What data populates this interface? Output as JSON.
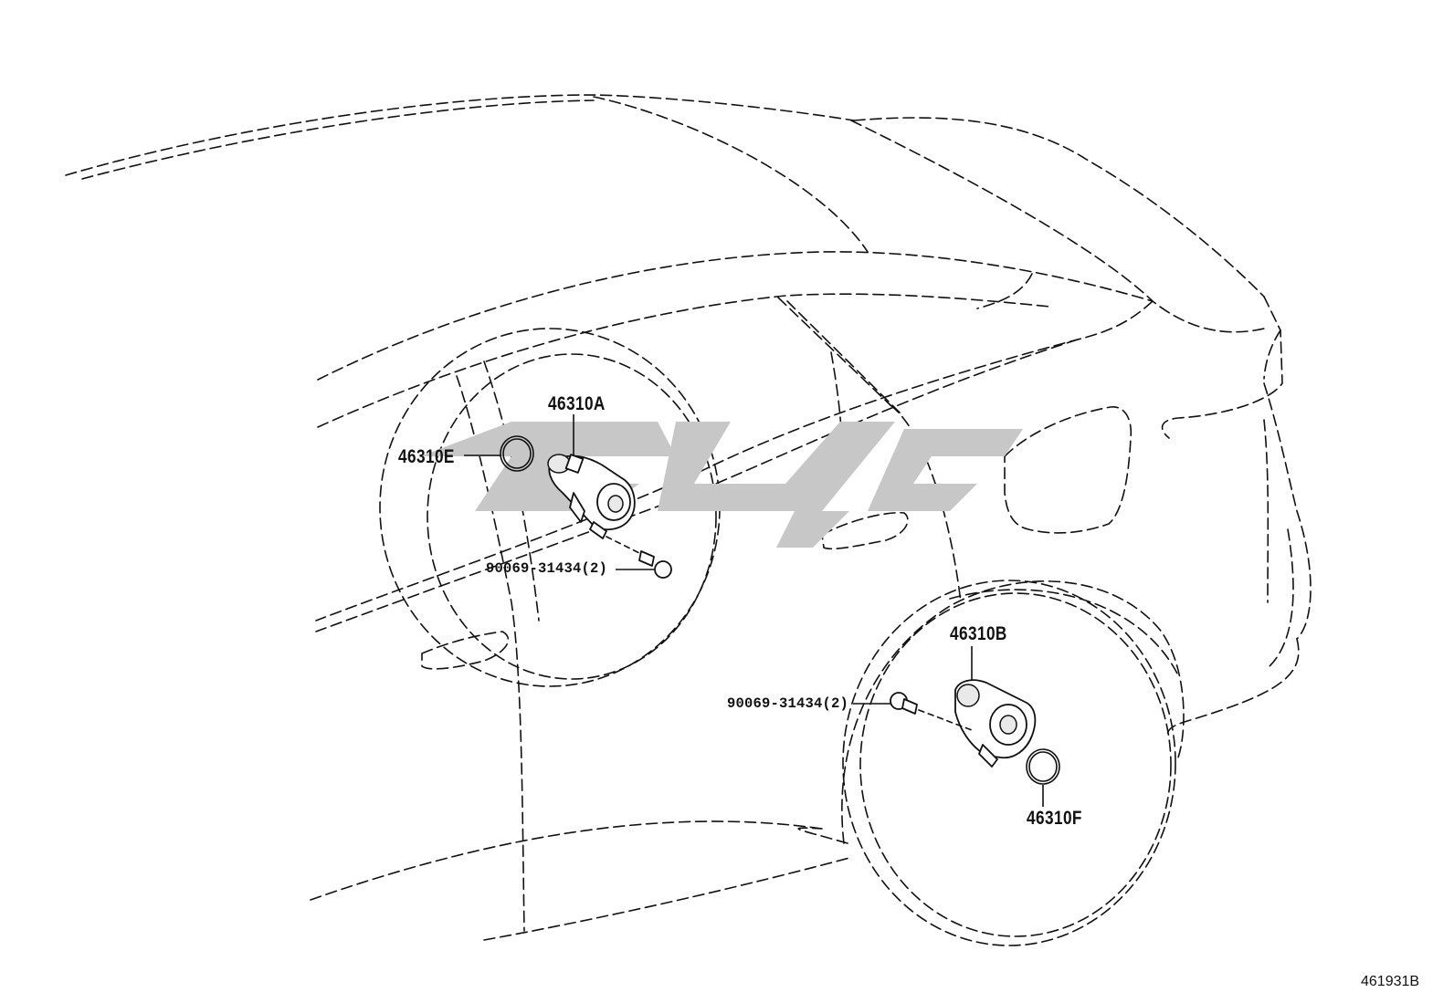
{
  "callouts": {
    "sensor_front": "46310A",
    "sensor_rear": "46310B",
    "oring_front": "46310E",
    "oring_rear": "46310F",
    "bolt_front": "90069-31434(2)",
    "bolt_rear": "90069-31434(2)"
  },
  "figure_number": "461931B"
}
